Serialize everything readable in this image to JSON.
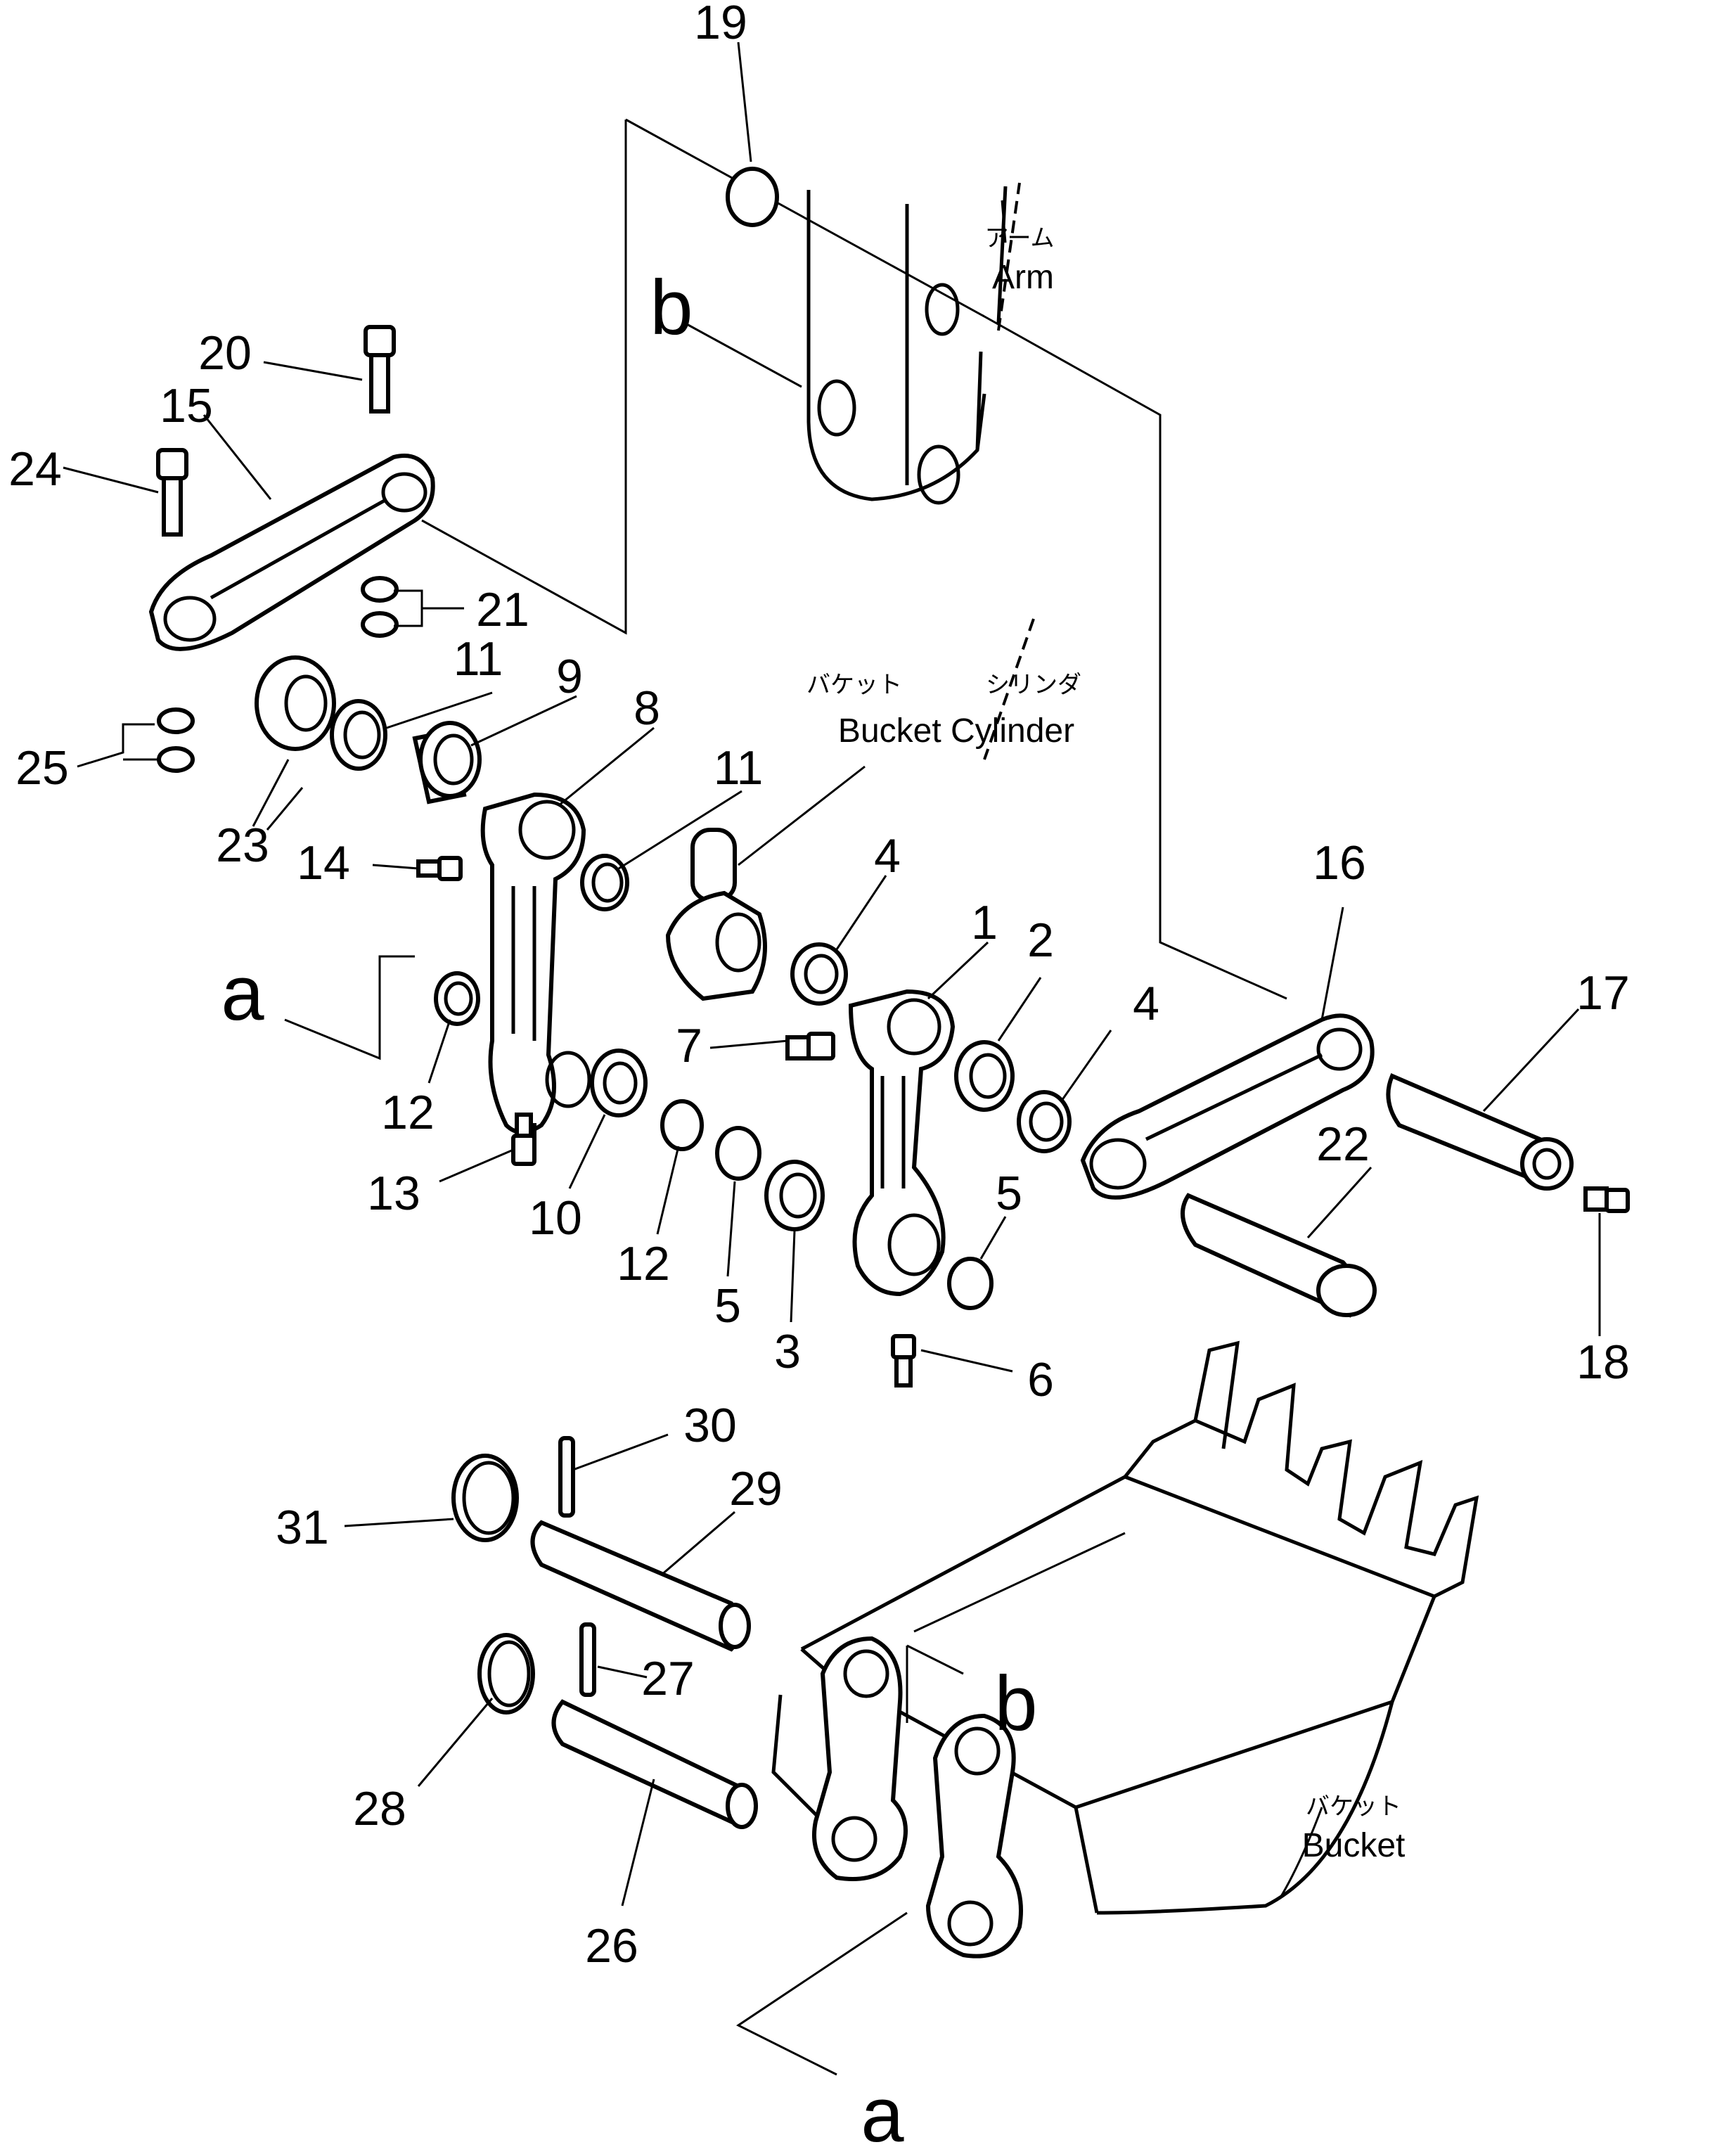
{
  "callouts": [
    {
      "id": "1",
      "text": "1"
    },
    {
      "id": "2",
      "text": "2"
    },
    {
      "id": "3",
      "text": "3"
    },
    {
      "id": "4a",
      "text": "4"
    },
    {
      "id": "4b",
      "text": "4"
    },
    {
      "id": "5a",
      "text": "5"
    },
    {
      "id": "5b",
      "text": "5"
    },
    {
      "id": "6",
      "text": "6"
    },
    {
      "id": "7",
      "text": "7"
    },
    {
      "id": "8",
      "text": "8"
    },
    {
      "id": "9",
      "text": "9"
    },
    {
      "id": "10",
      "text": "10"
    },
    {
      "id": "11a",
      "text": "11"
    },
    {
      "id": "11b",
      "text": "11"
    },
    {
      "id": "12a",
      "text": "12"
    },
    {
      "id": "12b",
      "text": "12"
    },
    {
      "id": "13",
      "text": "13"
    },
    {
      "id": "14",
      "text": "14"
    },
    {
      "id": "15",
      "text": "15"
    },
    {
      "id": "16",
      "text": "16"
    },
    {
      "id": "17",
      "text": "17"
    },
    {
      "id": "18",
      "text": "18"
    },
    {
      "id": "19",
      "text": "19"
    },
    {
      "id": "20",
      "text": "20"
    },
    {
      "id": "21",
      "text": "21"
    },
    {
      "id": "22",
      "text": "22"
    },
    {
      "id": "23",
      "text": "23"
    },
    {
      "id": "24",
      "text": "24"
    },
    {
      "id": "25",
      "text": "25"
    },
    {
      "id": "26",
      "text": "26"
    },
    {
      "id": "27",
      "text": "27"
    },
    {
      "id": "28",
      "text": "28"
    },
    {
      "id": "29",
      "text": "29"
    },
    {
      "id": "30",
      "text": "30"
    },
    {
      "id": "31",
      "text": "31"
    }
  ],
  "refs": {
    "a_top": "a",
    "a_bottom": "a",
    "b_top": "b",
    "b_bottom": "b"
  },
  "labels": {
    "arm_jp": "アーム",
    "arm_en": "Arm",
    "bucket_jp": "バケット",
    "cylinder_jp": "シリンダ",
    "bucket_cylinder_en": "Bucket Cylinder",
    "bucket_bottom_jp": "バケット",
    "bucket_bottom_en": "Bucket"
  }
}
